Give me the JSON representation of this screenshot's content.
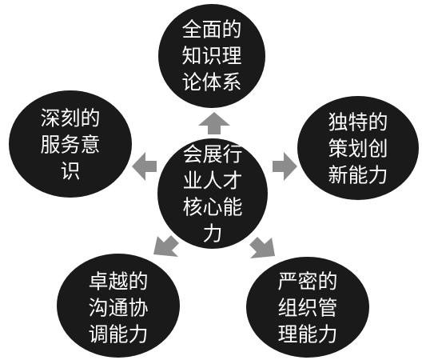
{
  "diagram": {
    "center": {
      "lines": [
        "会展行",
        "业人才",
        "核心能",
        "力"
      ]
    },
    "nodes": [
      {
        "id": "top",
        "lines": [
          "全面的",
          "知识理",
          "论体系"
        ]
      },
      {
        "id": "left",
        "lines": [
          "深刻的",
          "服务意",
          "识"
        ]
      },
      {
        "id": "right",
        "lines": [
          "独特的",
          "策划创",
          "新能力"
        ]
      },
      {
        "id": "bottom-left",
        "lines": [
          "卓越的",
          "沟通协",
          "调能力"
        ]
      },
      {
        "id": "bottom-right",
        "lines": [
          "严密的",
          "组织管",
          "理能力"
        ]
      }
    ]
  },
  "colors": {
    "circle_fill": "#1a1a1a",
    "text": "#ffffff",
    "arrow": "#8c8c8c",
    "background": "#ffffff"
  }
}
